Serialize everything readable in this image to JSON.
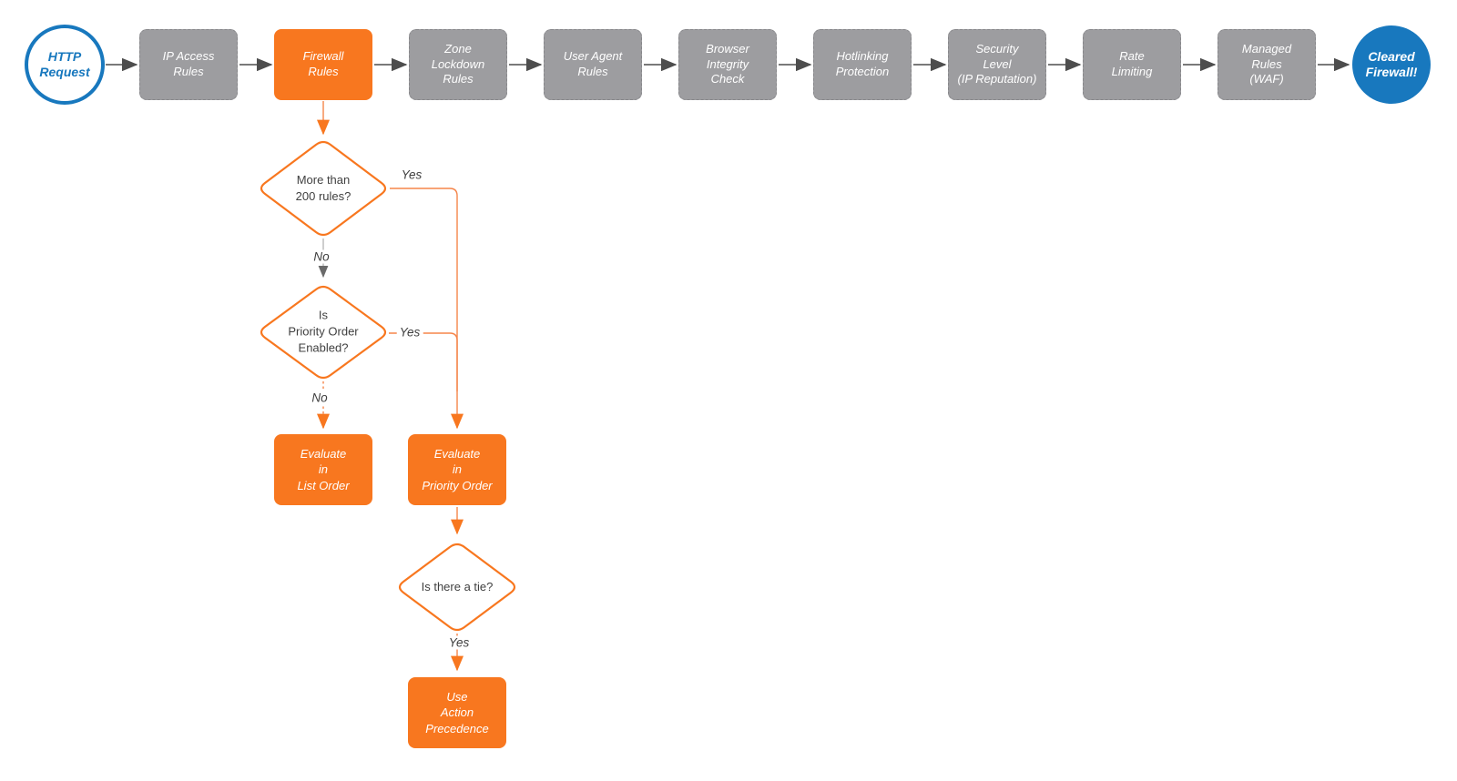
{
  "colors": {
    "stage_gray": "#9d9da0",
    "accent_orange": "#f8771f",
    "connector_salmon": "#f5854a",
    "node_blue": "#1878be",
    "connector_dark": "#4d4d4d",
    "text_dark": "#404040"
  },
  "flow": {
    "start": {
      "label": "HTTP\nRequest"
    },
    "stages": [
      {
        "label": "IP Access\nRules",
        "variant": "gray"
      },
      {
        "label": "Firewall\nRules",
        "variant": "orange"
      },
      {
        "label": "Zone\nLockdown\nRules",
        "variant": "gray"
      },
      {
        "label": "User Agent\nRules",
        "variant": "gray"
      },
      {
        "label": "Browser\nIntegrity\nCheck",
        "variant": "gray"
      },
      {
        "label": "Hotlinking\nProtection",
        "variant": "gray"
      },
      {
        "label": "Security\nLevel\n(IP Reputation)",
        "variant": "gray"
      },
      {
        "label": "Rate\nLimiting",
        "variant": "gray"
      },
      {
        "label": "Managed\nRules\n(WAF)",
        "variant": "gray"
      }
    ],
    "end": {
      "label": "Cleared\nFirewall!"
    },
    "decisions": [
      {
        "label": "More than\n200 rules?"
      },
      {
        "label": "Is\nPriority Order\nEnabled?"
      },
      {
        "label": "Is there a tie?"
      }
    ],
    "actions": [
      {
        "label": "Evaluate\nin\nList Order"
      },
      {
        "label": "Evaluate\nin\nPriority Order"
      },
      {
        "label": "Use\nAction\nPrecedence"
      }
    ],
    "edge_labels": {
      "yes1": "Yes",
      "no1": "No",
      "yes2": "Yes",
      "no2": "No",
      "yes3": "Yes"
    }
  }
}
